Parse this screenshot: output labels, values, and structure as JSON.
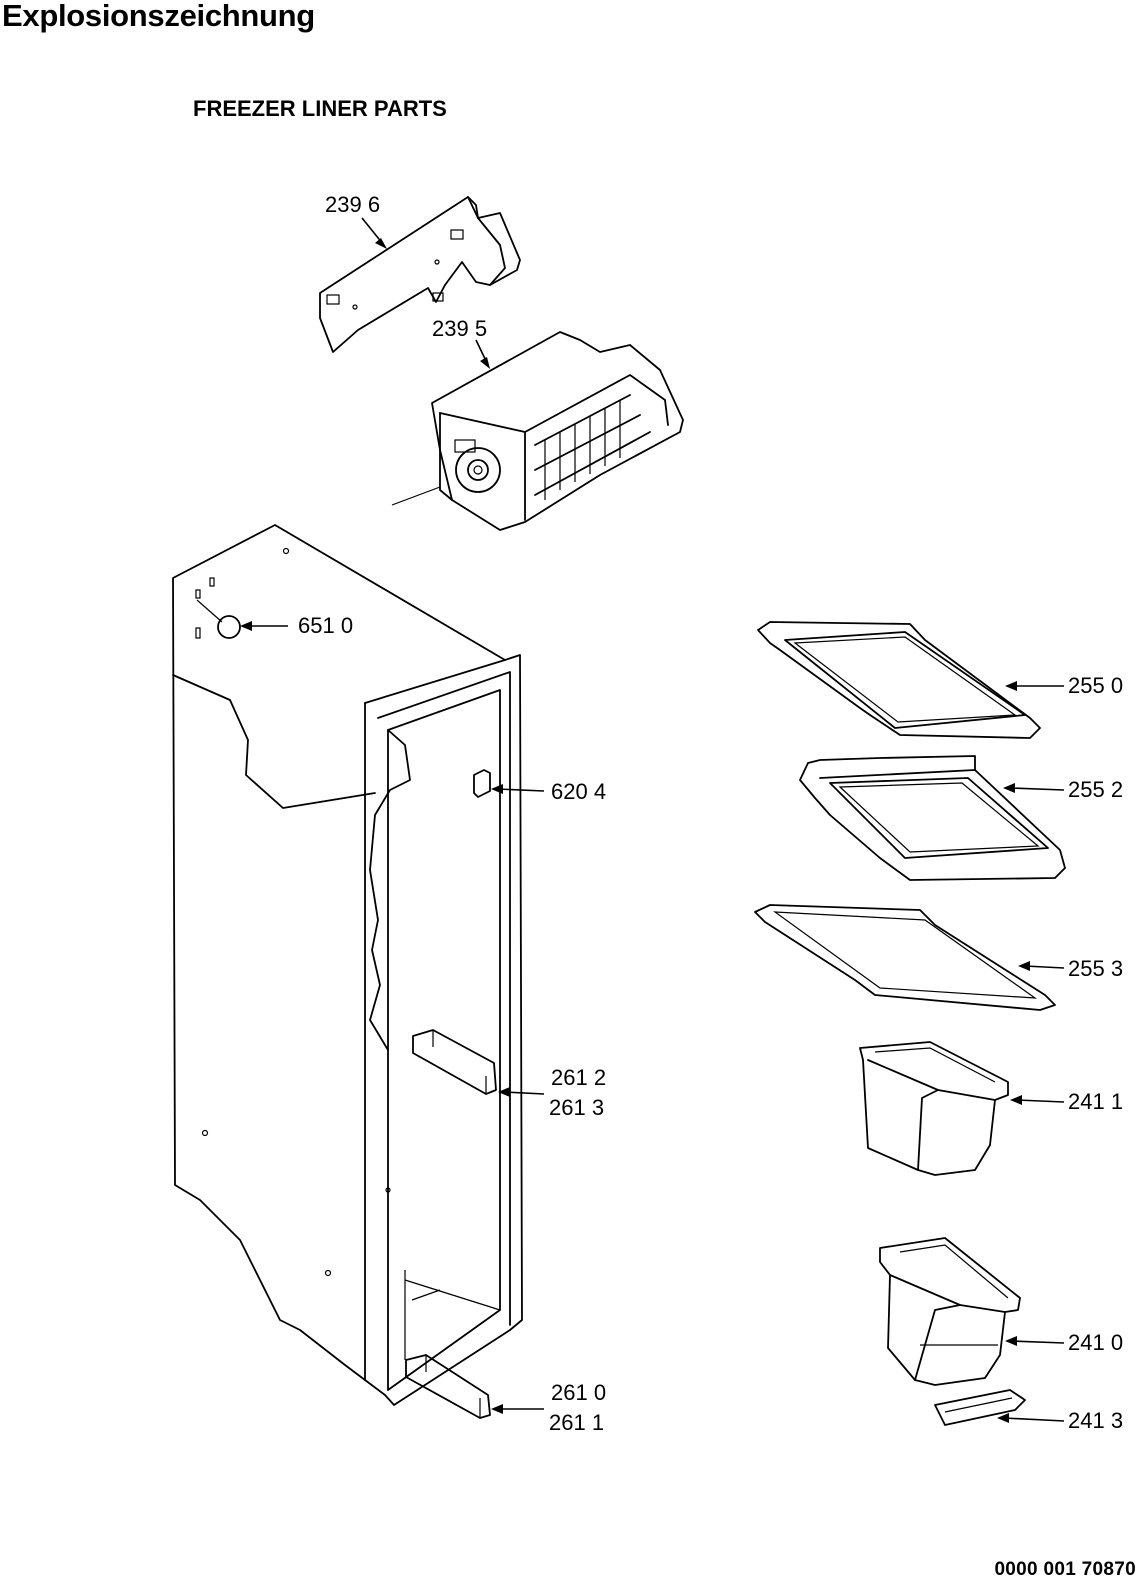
{
  "page_title": "Explosionszeichnung",
  "section_title": "FREEZER LINER PARTS",
  "document_number": "0000 001 70870",
  "callouts": {
    "c2396": "239 6",
    "c2395": "239 5",
    "c6510": "651 0",
    "c6204": "620 4",
    "c2612": "261 2",
    "c2613": "261 3",
    "c2610": "261 0",
    "c2611": "261 1",
    "c2550": "255 0",
    "c2552": "255 2",
    "c2553": "255 3",
    "c2411": "241 1",
    "c2410": "241 0",
    "c2413": "241 3"
  }
}
